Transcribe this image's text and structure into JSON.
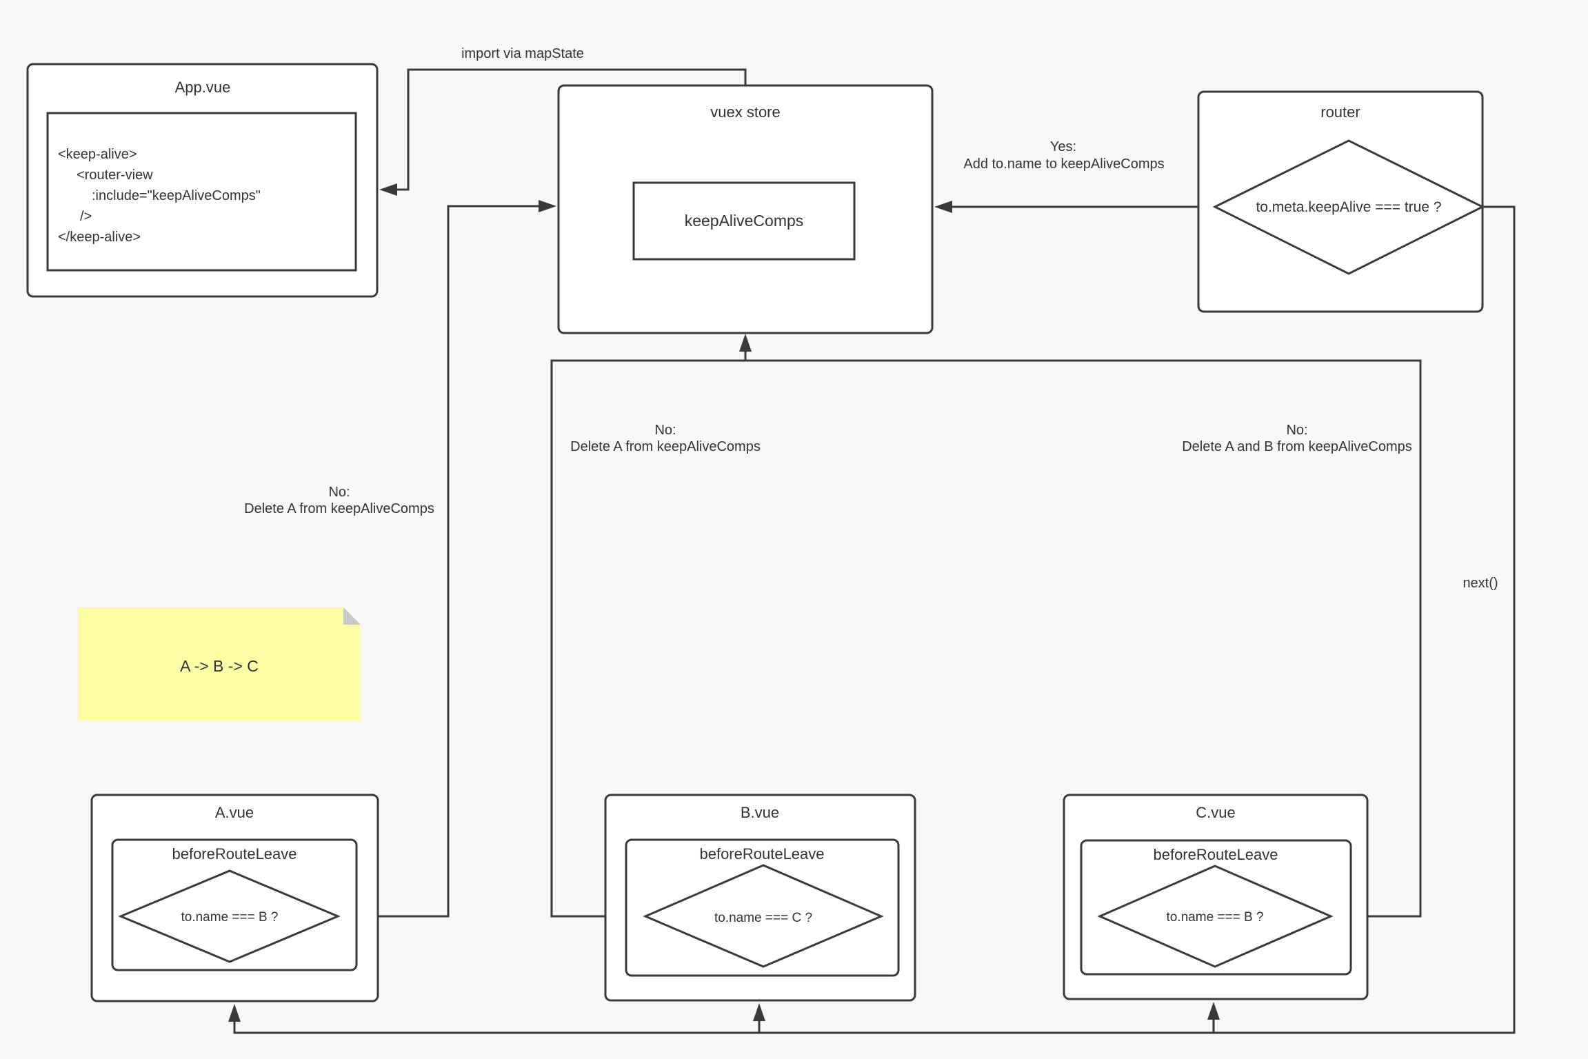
{
  "palette": {
    "background": "#f8f8f8",
    "stroke": "#3a3a3a",
    "box_fill": "#ffffff",
    "note_fill": "#fdfda6",
    "note_fold": "#c8c8c8",
    "text": "#333333"
  },
  "app_vue": {
    "title": "App.vue",
    "code": [
      "<keep-alive>",
      "<router-view",
      ":include=\"keepAliveComps\"",
      "/>",
      "</keep-alive>"
    ]
  },
  "vuex": {
    "title": "vuex store",
    "state": "keepAliveComps"
  },
  "router": {
    "title": "router",
    "condition": "to.meta.keepAlive === true ?"
  },
  "note": {
    "text": "A -> B -> C"
  },
  "components": {
    "a": {
      "title": "A.vue",
      "hook": "beforeRouteLeave",
      "condition": "to.name === B ?"
    },
    "b": {
      "title": "B.vue",
      "hook": "beforeRouteLeave",
      "condition": "to.name === C ?"
    },
    "c": {
      "title": "C.vue",
      "hook": "beforeRouteLeave",
      "condition": "to.name === B ?"
    }
  },
  "edges": {
    "import": {
      "label": "import via mapState"
    },
    "router_yes": {
      "line1": "Yes:",
      "line2": "Add to.name to keepAliveComps"
    },
    "a_no": {
      "line1": "No:",
      "line2": "Delete A from keepAliveComps"
    },
    "b_no": {
      "line1": "No:",
      "line2": "Delete A from keepAliveComps"
    },
    "c_no": {
      "line1": "No:",
      "line2": "Delete A and B from keepAliveComps"
    },
    "next": {
      "label": "next()"
    }
  }
}
